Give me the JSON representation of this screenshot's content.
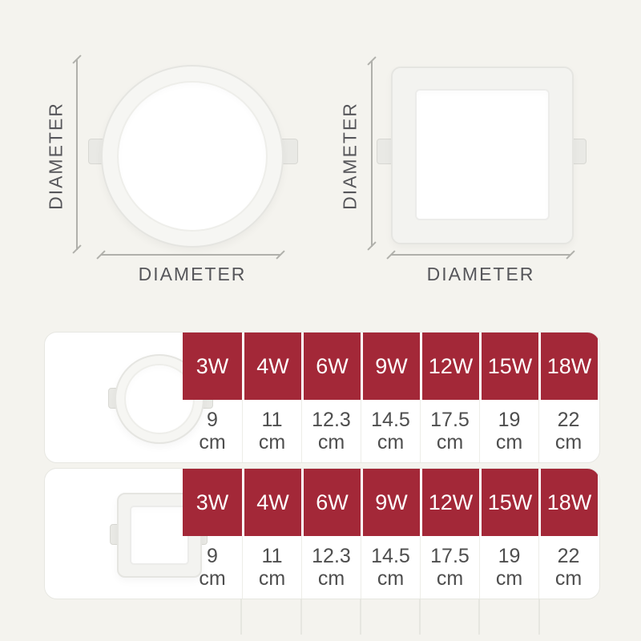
{
  "colors": {
    "page_background": "#f4f3ee",
    "accent_red": "#a32838",
    "dimension_line": "#b0b0ab",
    "label_text": "#56565a"
  },
  "diagrams": {
    "round": {
      "vertical_label": "DIAMETER",
      "horizontal_label": "DIAMETER"
    },
    "square": {
      "vertical_label": "DIAMETER",
      "horizontal_label": "DIAMETER"
    }
  },
  "spec_tables": [
    {
      "shape": "round",
      "columns": [
        {
          "wattage": "3W",
          "size_value": "9",
          "size_unit": "cm"
        },
        {
          "wattage": "4W",
          "size_value": "11",
          "size_unit": "cm"
        },
        {
          "wattage": "6W",
          "size_value": "12.3",
          "size_unit": "cm"
        },
        {
          "wattage": "9W",
          "size_value": "14.5",
          "size_unit": "cm"
        },
        {
          "wattage": "12W",
          "size_value": "17.5",
          "size_unit": "cm"
        },
        {
          "wattage": "15W",
          "size_value": "19",
          "size_unit": "cm"
        },
        {
          "wattage": "18W",
          "size_value": "22",
          "size_unit": "cm"
        }
      ]
    },
    {
      "shape": "square",
      "columns": [
        {
          "wattage": "3W",
          "size_value": "9",
          "size_unit": "cm"
        },
        {
          "wattage": "4W",
          "size_value": "11",
          "size_unit": "cm"
        },
        {
          "wattage": "6W",
          "size_value": "12.3",
          "size_unit": "cm"
        },
        {
          "wattage": "9W",
          "size_value": "14.5",
          "size_unit": "cm"
        },
        {
          "wattage": "12W",
          "size_value": "17.5",
          "size_unit": "cm"
        },
        {
          "wattage": "15W",
          "size_value": "19",
          "size_unit": "cm"
        },
        {
          "wattage": "18W",
          "size_value": "22",
          "size_unit": "cm"
        }
      ]
    }
  ]
}
